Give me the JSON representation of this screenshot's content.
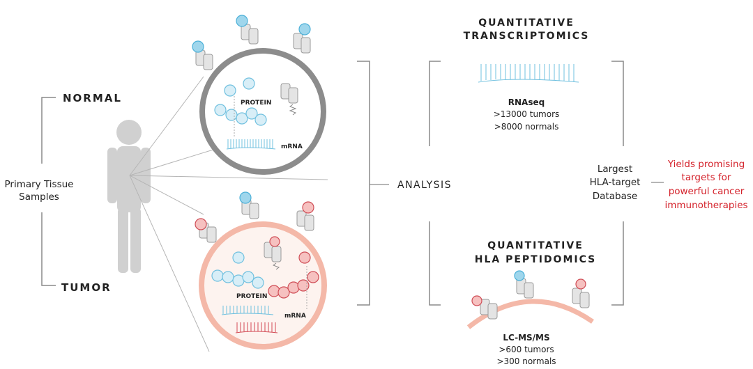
{
  "left": {
    "normal_label": "NORMAL",
    "tumor_label": "TUMOR",
    "tissue_line1": "Primary Tissue",
    "tissue_line2": "Samples"
  },
  "normal_cell": {
    "protein_label": "PROTEIN",
    "mrna_label": "mRNA"
  },
  "tumor_cell": {
    "protein_label": "PROTEIN",
    "mrna_label": "mRNA"
  },
  "center": {
    "analysis_label": "ANALYSIS"
  },
  "transcriptomics": {
    "title_line1": "QUANTITATIVE",
    "title_line2": "TRANSCRIPTOMICS",
    "method": "RNAseq",
    "stat1": ">13000 tumors",
    "stat2": ">8000 normals"
  },
  "peptidomics": {
    "title_line1": "QUANTITATIVE",
    "title_line2": "HLA PEPTIDOMICS",
    "method": "LC-MS/MS",
    "stat1": ">600 tumors",
    "stat2": ">300 normals"
  },
  "database": {
    "line1": "Largest",
    "line2": "HLA-target",
    "line3": "Database"
  },
  "outcome": {
    "line1": "Yields promising",
    "line2": "targets for",
    "line3": "powerful cancer",
    "line4": "immunotherapies"
  },
  "colors": {
    "normal_circle": "#8c8c8c",
    "tumor_circle": "#f4b8a8",
    "protein_blue": "#9fd6ec",
    "protein_red": "#e8848a",
    "outcome_text": "#d4222b",
    "person": "#d0d0d0"
  }
}
